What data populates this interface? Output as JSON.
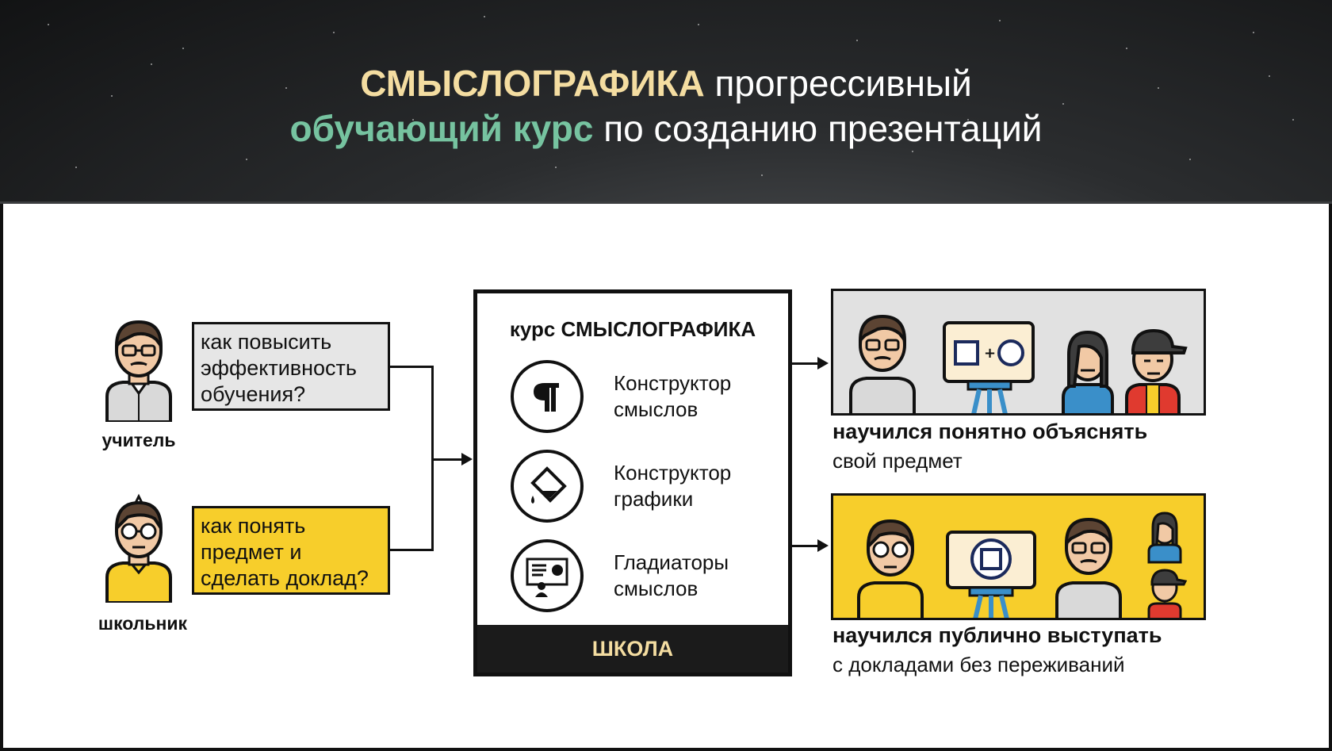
{
  "header": {
    "title_bold": "СМЫСЛОГРАФИКА",
    "title_rest": " прогрессивный",
    "subtitle_bold": "обучающий курс",
    "subtitle_rest": " по созданию презентаций"
  },
  "colors": {
    "accent_yellow": "#f4dda1",
    "accent_green": "#76c3a0",
    "box_grey": "#e6e6e6",
    "box_yellow": "#f7ce2b",
    "scene_grey": "#e1e1e1",
    "scene_yellow": "#f7ce2b"
  },
  "personas": [
    {
      "label": "учитель",
      "question": [
        "как повысить",
        "эффективность",
        "обучения?"
      ]
    },
    {
      "label": "школьник",
      "question": [
        "как понять",
        "предмет и",
        "сделать доклад?"
      ]
    }
  ],
  "course": {
    "title_prefix": "курс ",
    "title_bold": "СМЫСЛОГРАФИКА",
    "modules": [
      {
        "icon": "pilcrow-icon",
        "label": [
          "Конструктор",
          "смыслов"
        ]
      },
      {
        "icon": "paint-bucket-icon",
        "label": [
          "Конструктор",
          "графики"
        ]
      },
      {
        "icon": "presentation-icon",
        "label": [
          "Гладиаторы",
          "смыслов"
        ]
      }
    ],
    "footer": "ШКОЛА"
  },
  "results": [
    {
      "bold": "научился понятно объяснять",
      "sub": "свой предмет"
    },
    {
      "bold": "научился публично выступать",
      "sub": "с докладами без переживаний"
    }
  ]
}
